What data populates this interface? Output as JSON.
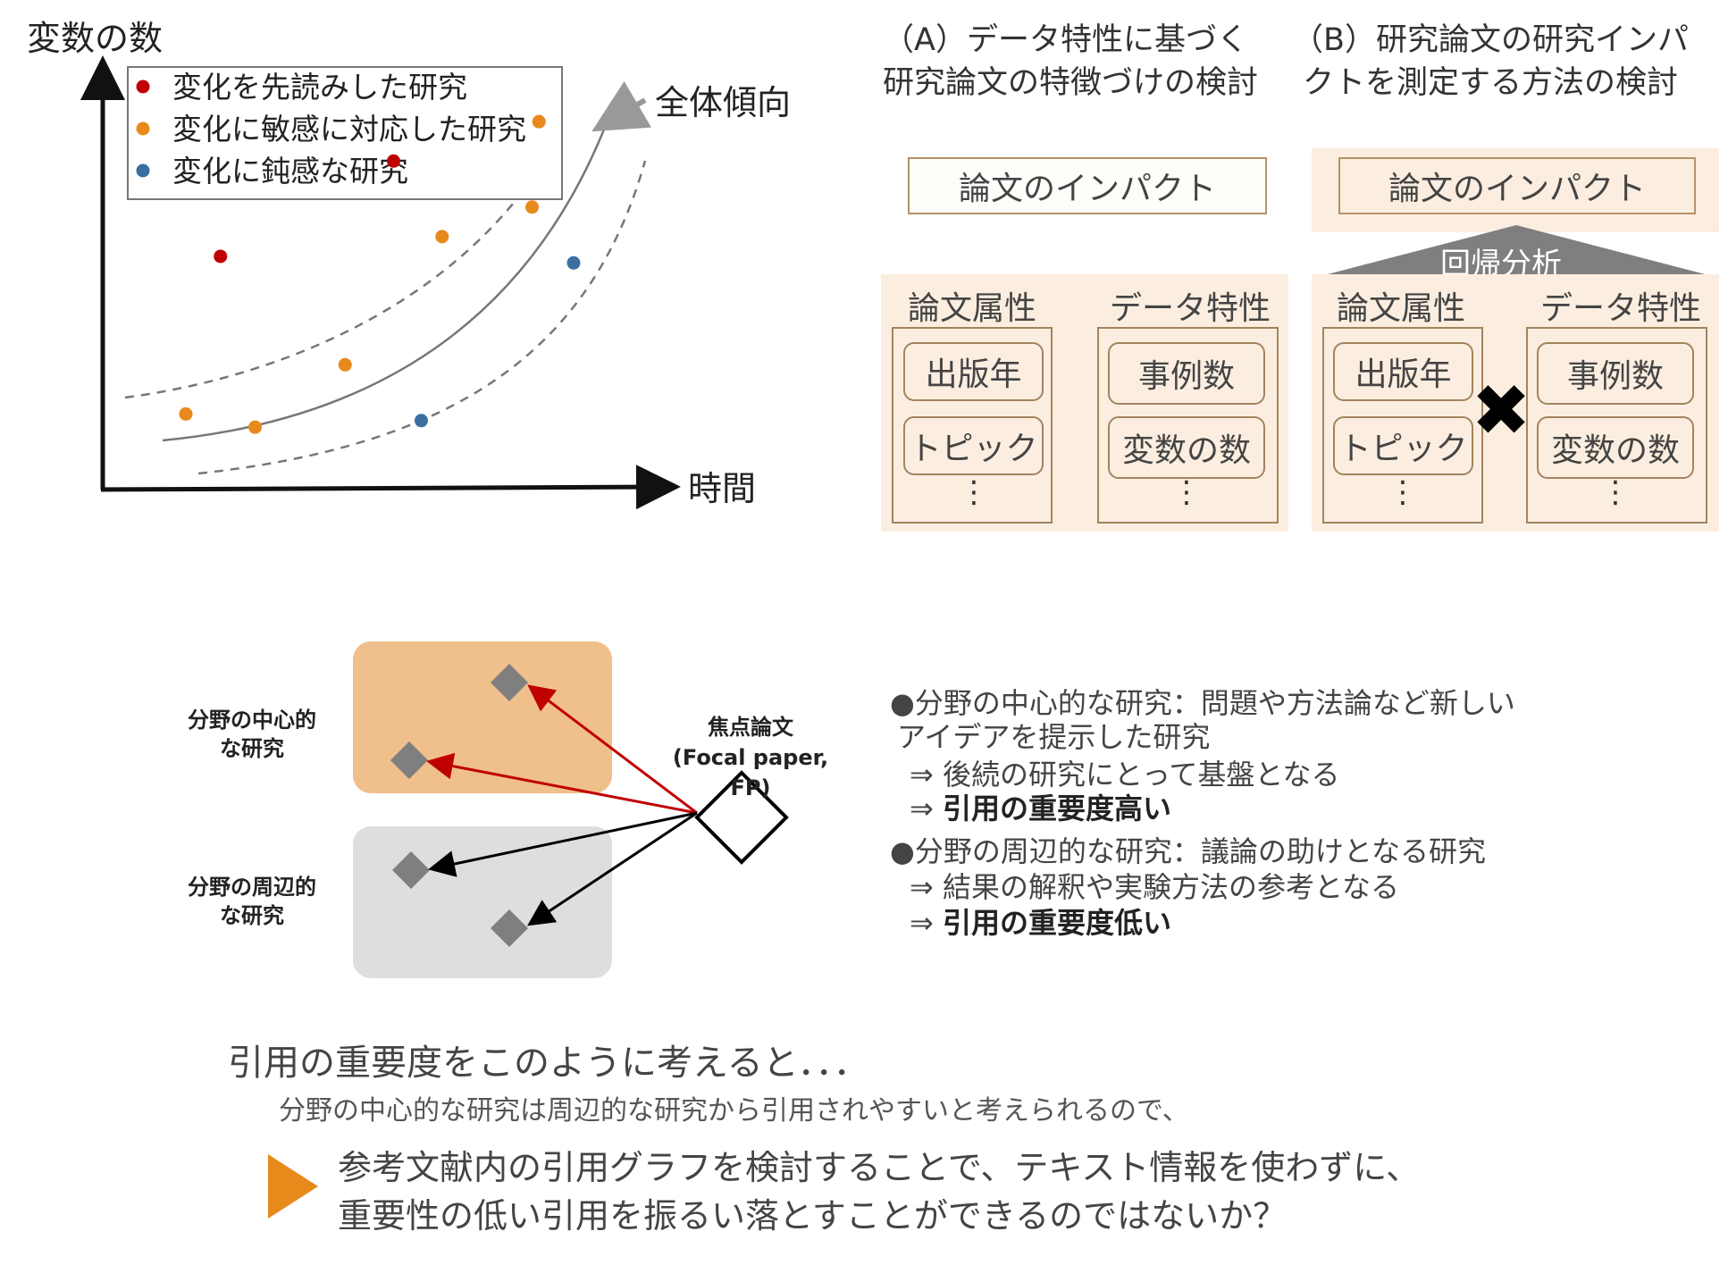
{
  "chart_data": {
    "type": "scatter",
    "ylabel": "変数の数",
    "xlabel": "時間",
    "trend_label": "全体傾向",
    "legend": [
      {
        "name": "変化を先読みした研究",
        "color": "#c00000"
      },
      {
        "name": "変化に敏感に対応した研究",
        "color": "#e8891c"
      },
      {
        "name": "変化に鈍感な研究",
        "color": "#3a6fa0"
      }
    ],
    "series": [
      {
        "name": "変化を先読みした研究",
        "color": "#c00000",
        "points": [
          [
            1.7,
            7.1
          ],
          [
            4.2,
            10.0
          ]
        ]
      },
      {
        "name": "変化に敏感に対応した研究",
        "color": "#e8891c",
        "points": [
          [
            1.2,
            2.3
          ],
          [
            2.2,
            1.9
          ],
          [
            3.5,
            3.8
          ],
          [
            4.9,
            7.7
          ],
          [
            6.2,
            8.6
          ],
          [
            6.3,
            11.2
          ]
        ]
      },
      {
        "name": "変化に鈍感な研究",
        "color": "#3a6fa0",
        "points": [
          [
            4.6,
            2.1
          ],
          [
            6.8,
            6.9
          ]
        ]
      }
    ]
  },
  "panelA": {
    "title1": "（A）データ特性に基づく",
    "title2": "研究論文の特徴づけの検討",
    "impact": "論文のインパクト",
    "col1_head": "論文属性",
    "col2_head": "データ特性",
    "col1_items": [
      "出版年",
      "トピック"
    ],
    "col2_items": [
      "事例数",
      "変数の数"
    ],
    "ellipsis": "⋮"
  },
  "panelB": {
    "title1": "（B）研究論文の研究インパ",
    "title2": "クトを測定する方法の検討",
    "impact": "論文のインパクト",
    "regression": "回帰分析",
    "col1_head": "論文属性",
    "col2_head": "データ特性",
    "col1_items": [
      "出版年",
      "トピック"
    ],
    "col2_items": [
      "事例数",
      "変数の数"
    ],
    "ellipsis": "⋮",
    "cross": "✖"
  },
  "citation": {
    "central_label": [
      "分野の中心的",
      "な研究"
    ],
    "peripheral_label": [
      "分野の周辺的",
      "な研究"
    ],
    "focal_label": [
      "焦点論文",
      "(Focal paper, FP)"
    ],
    "central_color": "#efbf8c",
    "peripheral_color": "#dedede",
    "red_arrow": "#c00000"
  },
  "bullets": {
    "b1_line1": "●分野の中心的な研究：問題や方法論など新しい",
    "b1_line2": "アイデアを提示した研究",
    "b1_line3": "⇒ 後続の研究にとって基盤となる",
    "b1_line4_arrow": "⇒ ",
    "b1_line4_bold": "引用の重要度高い",
    "b2_line1": "●分野の周辺的な研究：議論の助けとなる研究",
    "b2_line2": "⇒ 結果の解釈や実験方法の参考となる",
    "b2_line3_arrow": "⇒ ",
    "b2_line3_bold": "引用の重要度低い"
  },
  "conclusion": {
    "line1": "引用の重要度をこのように考えると．．．",
    "line2": "分野の中心的な研究は周辺的な研究から引用されやすいと考えられるので、",
    "line3": "参考文献内の引用グラフを検討することで、テキスト情報を使わずに、",
    "line4": "重要性の低い引用を振るい落とすことができるのではないか？",
    "triangle_color": "#e8891c"
  }
}
